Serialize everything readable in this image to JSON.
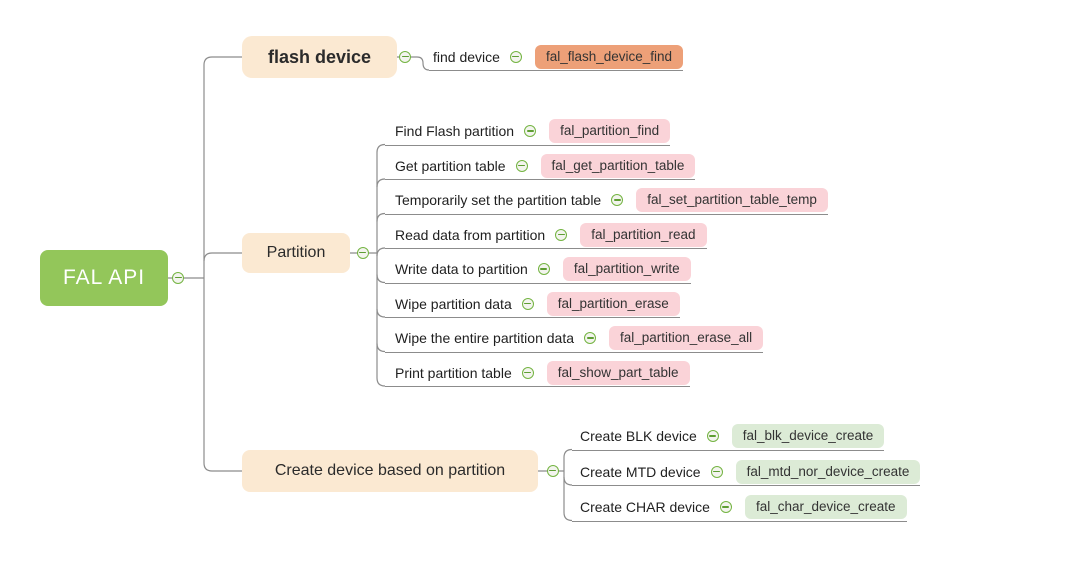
{
  "root": {
    "label": "FAL API"
  },
  "branches": [
    {
      "label": "flash device",
      "children": [
        {
          "label": "find device",
          "func": "fal_flash_device_find"
        }
      ]
    },
    {
      "label": "Partition",
      "children": [
        {
          "label": "Find Flash partition",
          "func": "fal_partition_find"
        },
        {
          "label": "Get partition table",
          "func": "fal_get_partition_table"
        },
        {
          "label": "Temporarily set the partition table",
          "func": "fal_set_partition_table_temp"
        },
        {
          "label": "Read data from partition",
          "func": "fal_partition_read"
        },
        {
          "label": "Write data to partition",
          "func": "fal_partition_write"
        },
        {
          "label": "Wipe partition data",
          "func": "fal_partition_erase"
        },
        {
          "label": "Wipe the entire partition data",
          "func": "fal_partition_erase_all"
        },
        {
          "label": "Print partition table",
          "func": "fal_show_part_table"
        }
      ]
    },
    {
      "label": "Create device based on partition",
      "children": [
        {
          "label": "Create BLK device",
          "func": "fal_blk_device_create"
        },
        {
          "label": "Create MTD device",
          "func": "fal_mtd_nor_device_create"
        },
        {
          "label": "Create CHAR device",
          "func": "fal_char_device_create"
        }
      ]
    }
  ],
  "colors": {
    "root_bg": "#93C65A",
    "branch_bg": "#FBE9D2",
    "leaf_orange": "#EDA078",
    "leaf_pink": "#FAD3D8",
    "leaf_green": "#DCEBD6",
    "connector": "#8C8C8C",
    "collapse_icon_ring": "#74B442"
  }
}
